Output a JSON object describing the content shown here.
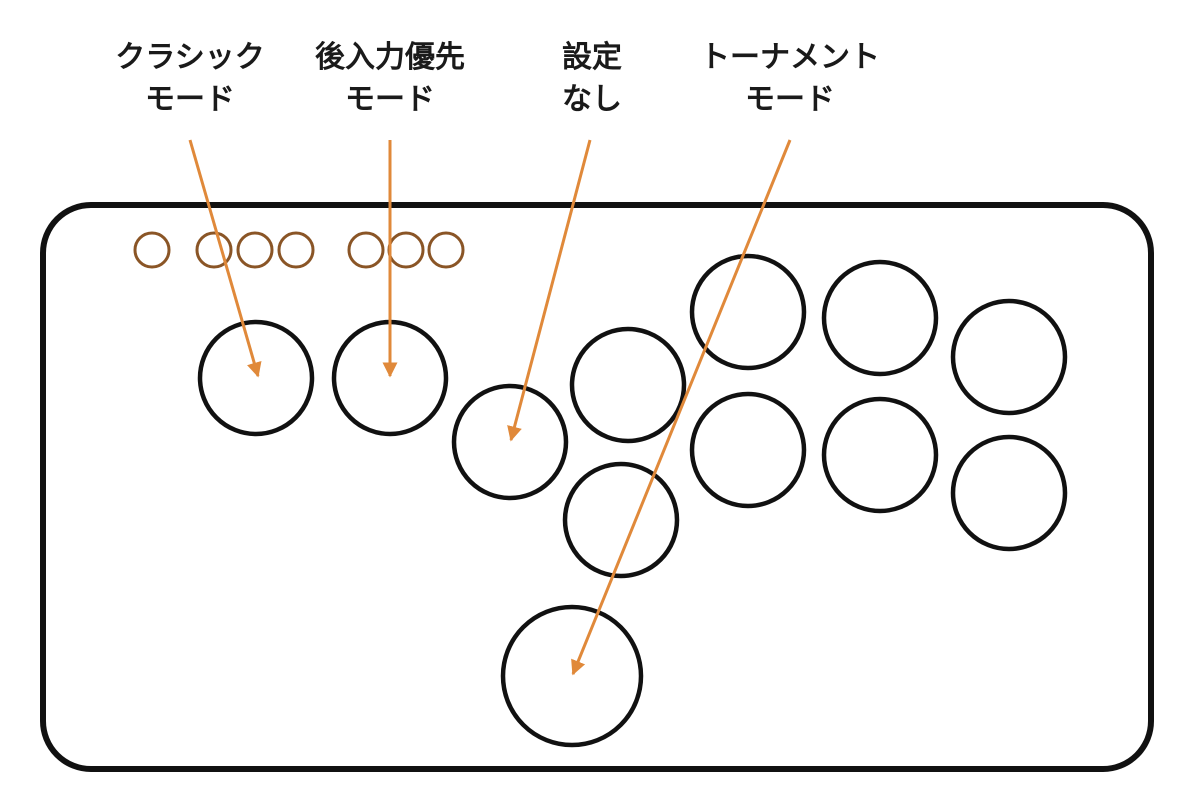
{
  "labels": [
    {
      "line1": "クラシック",
      "line2": "モード"
    },
    {
      "line1": "後入力優先",
      "line2": "モード"
    },
    {
      "line1": "設定",
      "line2": "なし"
    },
    {
      "line1": "トーナメント",
      "line2": "モード"
    }
  ],
  "colors": {
    "arrow": "#e0893a",
    "small_button": "#8a5526",
    "outline": "#111111"
  },
  "small_button_count": 7,
  "large_button_count": 12
}
